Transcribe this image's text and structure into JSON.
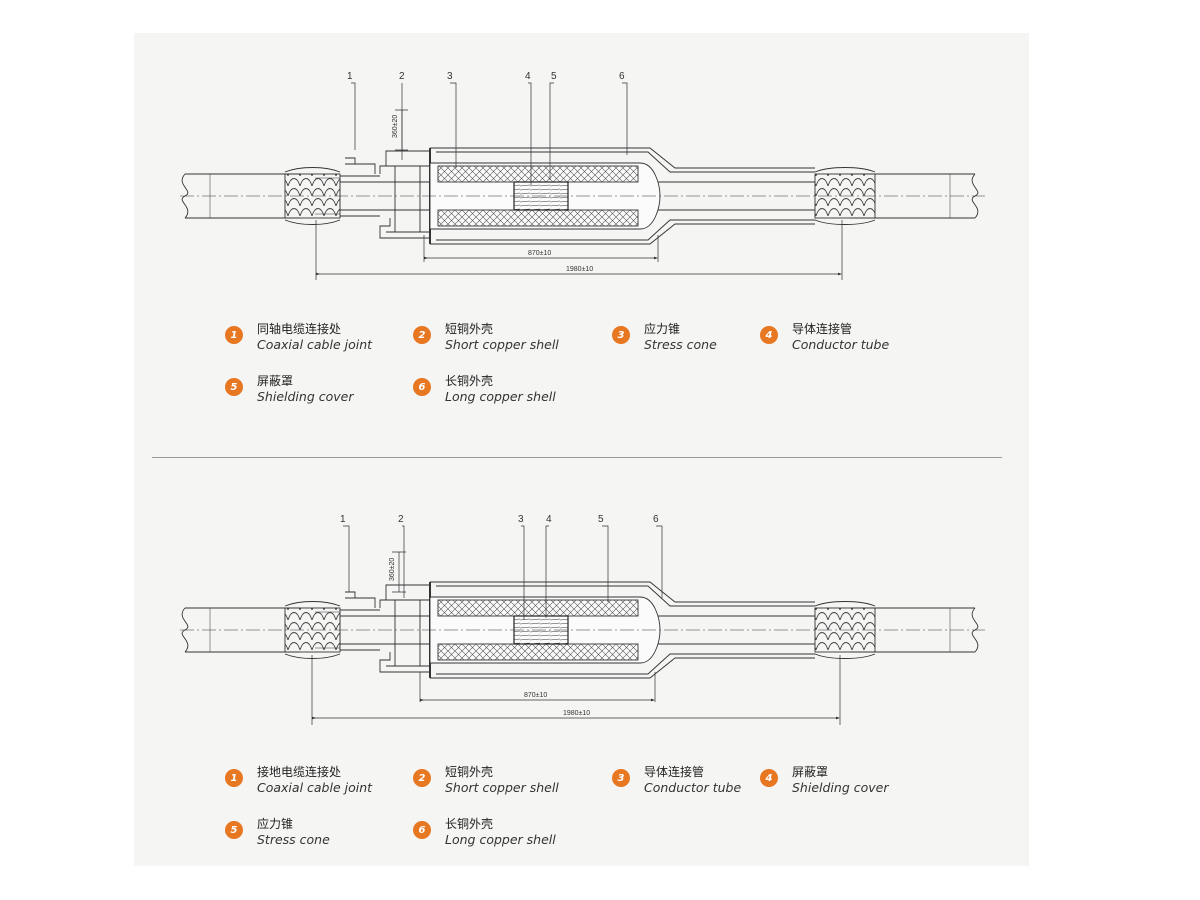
{
  "accent_color": "#e87722",
  "diagrams": [
    {
      "callouts": [
        "1",
        "2",
        "3",
        "4",
        "5",
        "6"
      ],
      "dim_height": "360±20",
      "dim_middle": "870±10",
      "dim_overall": "1980±10",
      "legend": [
        {
          "num": "1",
          "zh": "同轴电缆连接处",
          "en": "Coaxial cable joint"
        },
        {
          "num": "2",
          "zh": "短铜外壳",
          "en": "Short copper shell"
        },
        {
          "num": "3",
          "zh": "应力锥",
          "en": "Stress cone"
        },
        {
          "num": "4",
          "zh": "导体连接管",
          "en": "Conductor tube"
        },
        {
          "num": "5",
          "zh": "屏蔽罩",
          "en": "Shielding cover"
        },
        {
          "num": "6",
          "zh": "长铜外壳",
          "en": "Long copper shell"
        }
      ]
    },
    {
      "callouts": [
        "1",
        "2",
        "3",
        "4",
        "5",
        "6"
      ],
      "dim_height": "360±20",
      "dim_middle": "870±10",
      "dim_overall": "1980±10",
      "legend": [
        {
          "num": "1",
          "zh": "接地电缆连接处",
          "en": "Coaxial cable joint"
        },
        {
          "num": "2",
          "zh": "短铜外壳",
          "en": "Short copper shell"
        },
        {
          "num": "3",
          "zh": "导体连接管",
          "en": "Conductor tube"
        },
        {
          "num": "4",
          "zh": "屏蔽罩",
          "en": "Shielding cover"
        },
        {
          "num": "5",
          "zh": "应力锥",
          "en": "Stress cone"
        },
        {
          "num": "6",
          "zh": "长铜外壳",
          "en": "Long copper shell"
        }
      ]
    }
  ]
}
